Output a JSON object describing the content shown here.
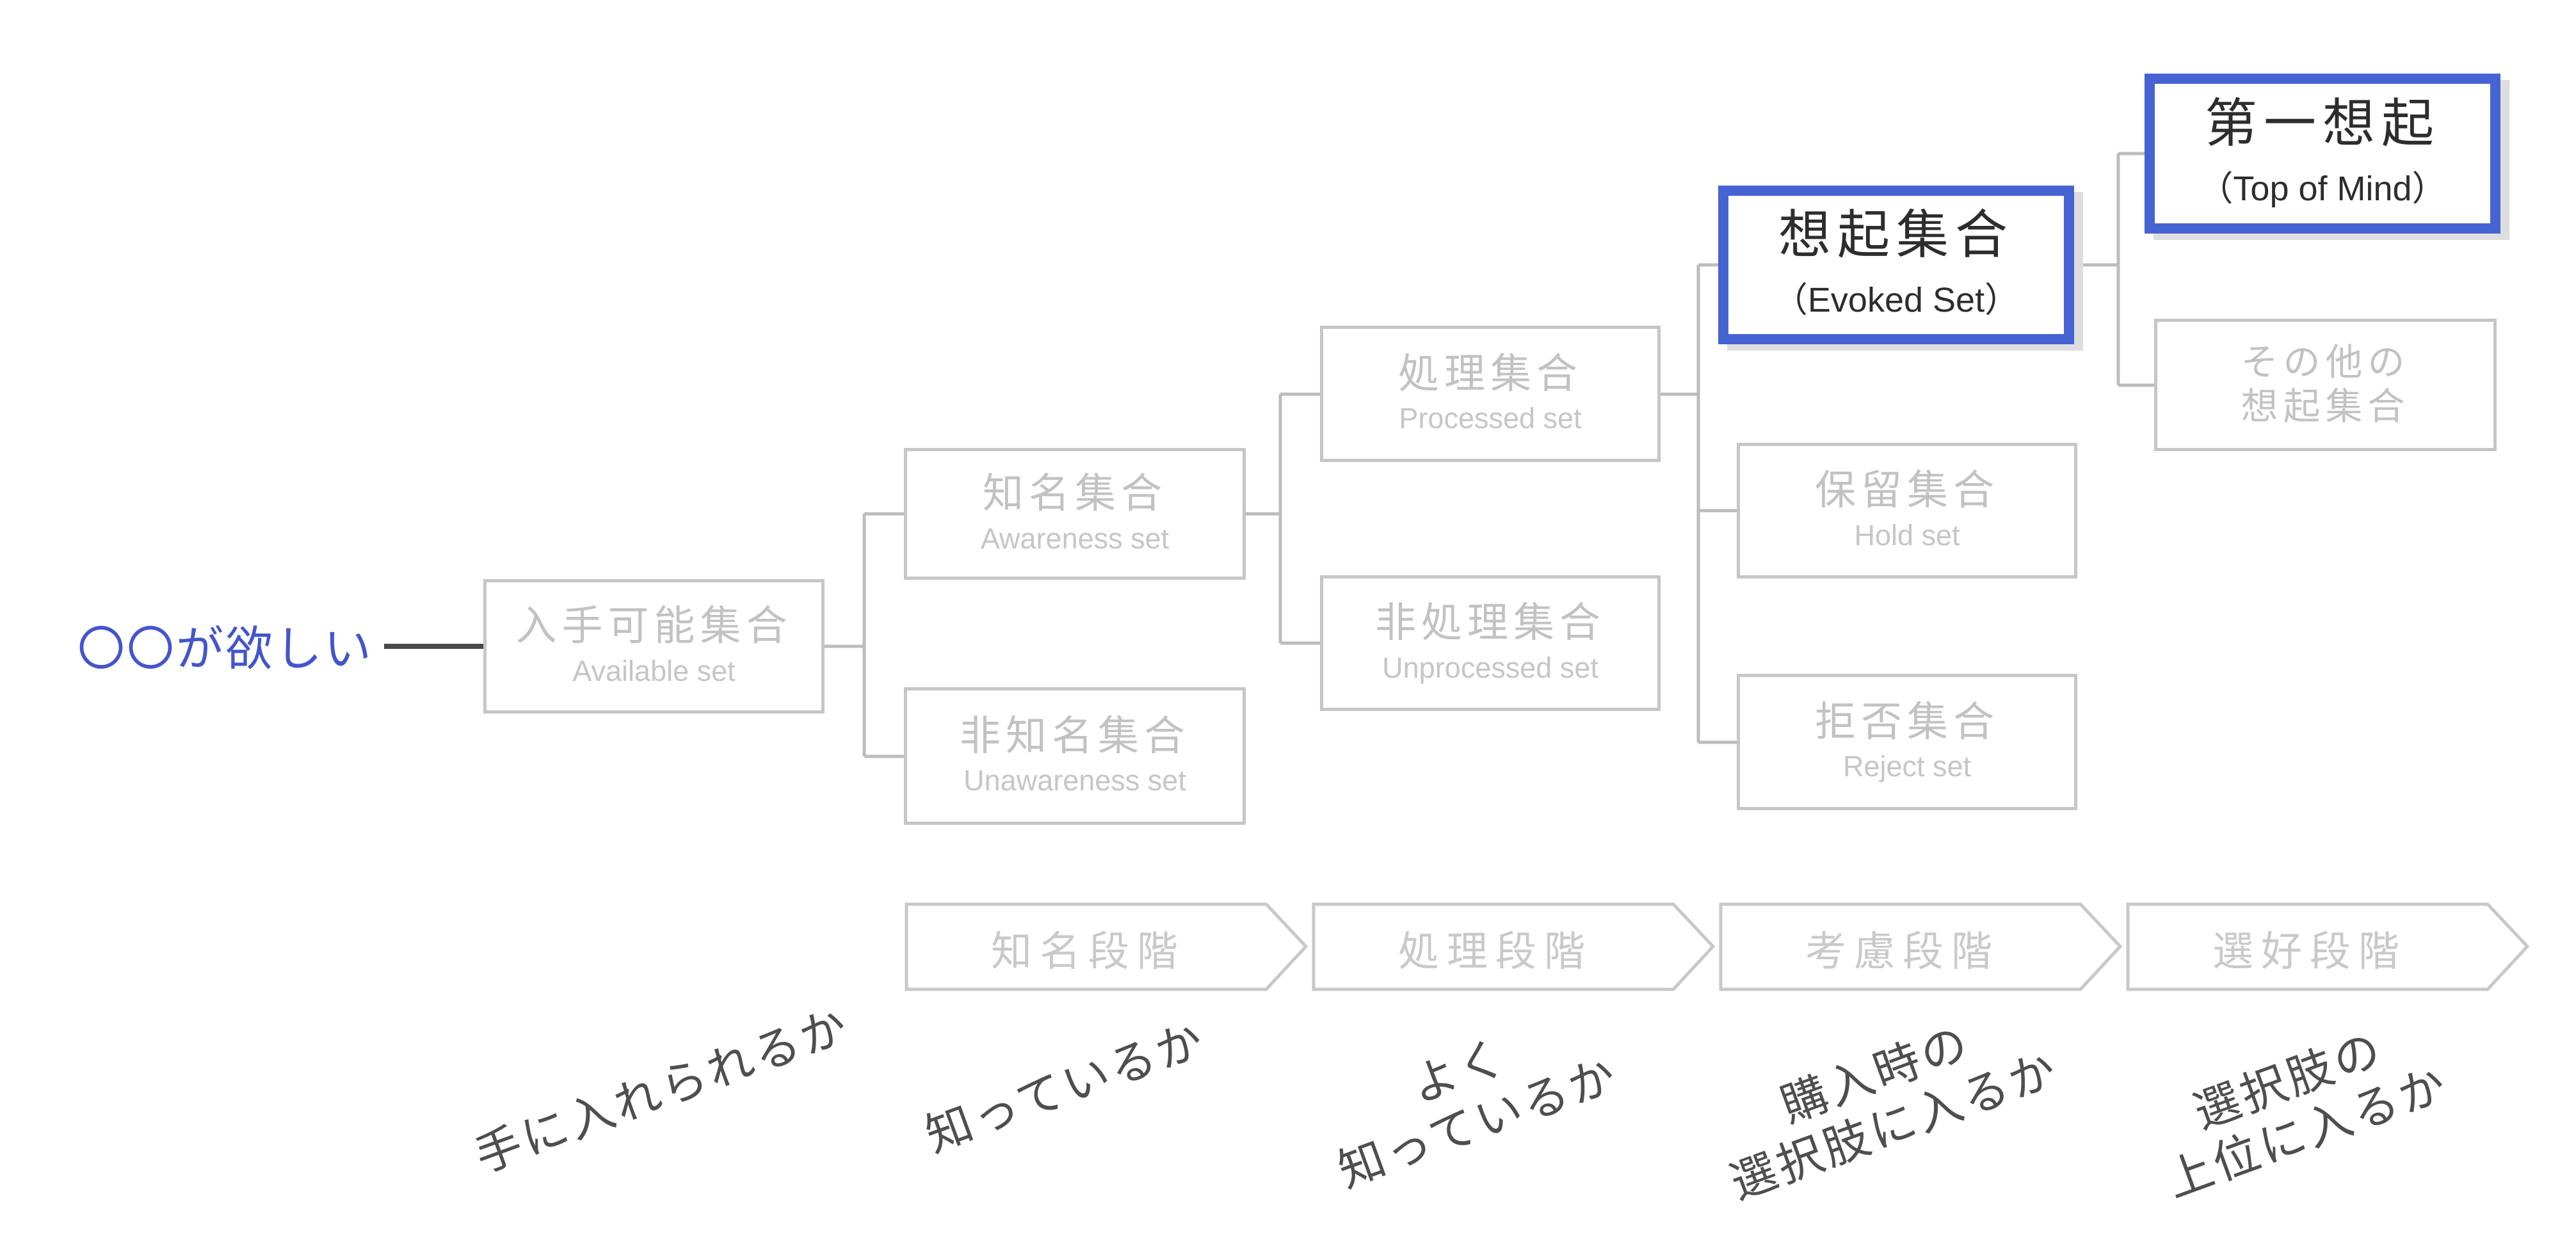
{
  "diagram": {
    "trigger": {
      "label": "〇〇が欲しい"
    },
    "boxes": {
      "available": {
        "jp": "入手可能集合",
        "en": "Available set"
      },
      "awareness": {
        "jp": "知名集合",
        "en": "Awareness set"
      },
      "unawareness": {
        "jp": "非知名集合",
        "en": "Unawareness set"
      },
      "processed": {
        "jp": "処理集合",
        "en": "Processed set"
      },
      "unprocessed": {
        "jp": "非処理集合",
        "en": "Unprocessed set"
      },
      "evoked": {
        "jp": "想起集合",
        "en": "（Evoked Set）"
      },
      "hold": {
        "jp": "保留集合",
        "en": "Hold set"
      },
      "reject": {
        "jp": "拒否集合",
        "en": "Reject set"
      },
      "top_of_mind": {
        "jp": "第一想起",
        "en": "（Top of Mind）"
      },
      "other_evoked": {
        "jp_line1": "その他の",
        "jp_line2": "想起集合"
      }
    },
    "stages": {
      "s1": "知名段階",
      "s2": "処理段階",
      "s3": "考慮段階",
      "s4": "選好段階"
    },
    "captions": {
      "c1": {
        "l1": "手に入れられるか"
      },
      "c2": {
        "l1": "知っているか"
      },
      "c3": {
        "l1": "よく",
        "l2": "知っているか"
      },
      "c4": {
        "l1": "購入時の",
        "l2": "選択肢に入るか"
      },
      "c5": {
        "l1": "選択肢の",
        "l2": "上位に入るか"
      }
    },
    "colors": {
      "highlight_border": "#4563d2",
      "gray_border": "#c6c6c6",
      "gray_text": "#c2c2c2",
      "dark_text": "#2d2d2d",
      "trigger_text": "#4355cd",
      "caption_text": "#4e4e4e"
    }
  }
}
